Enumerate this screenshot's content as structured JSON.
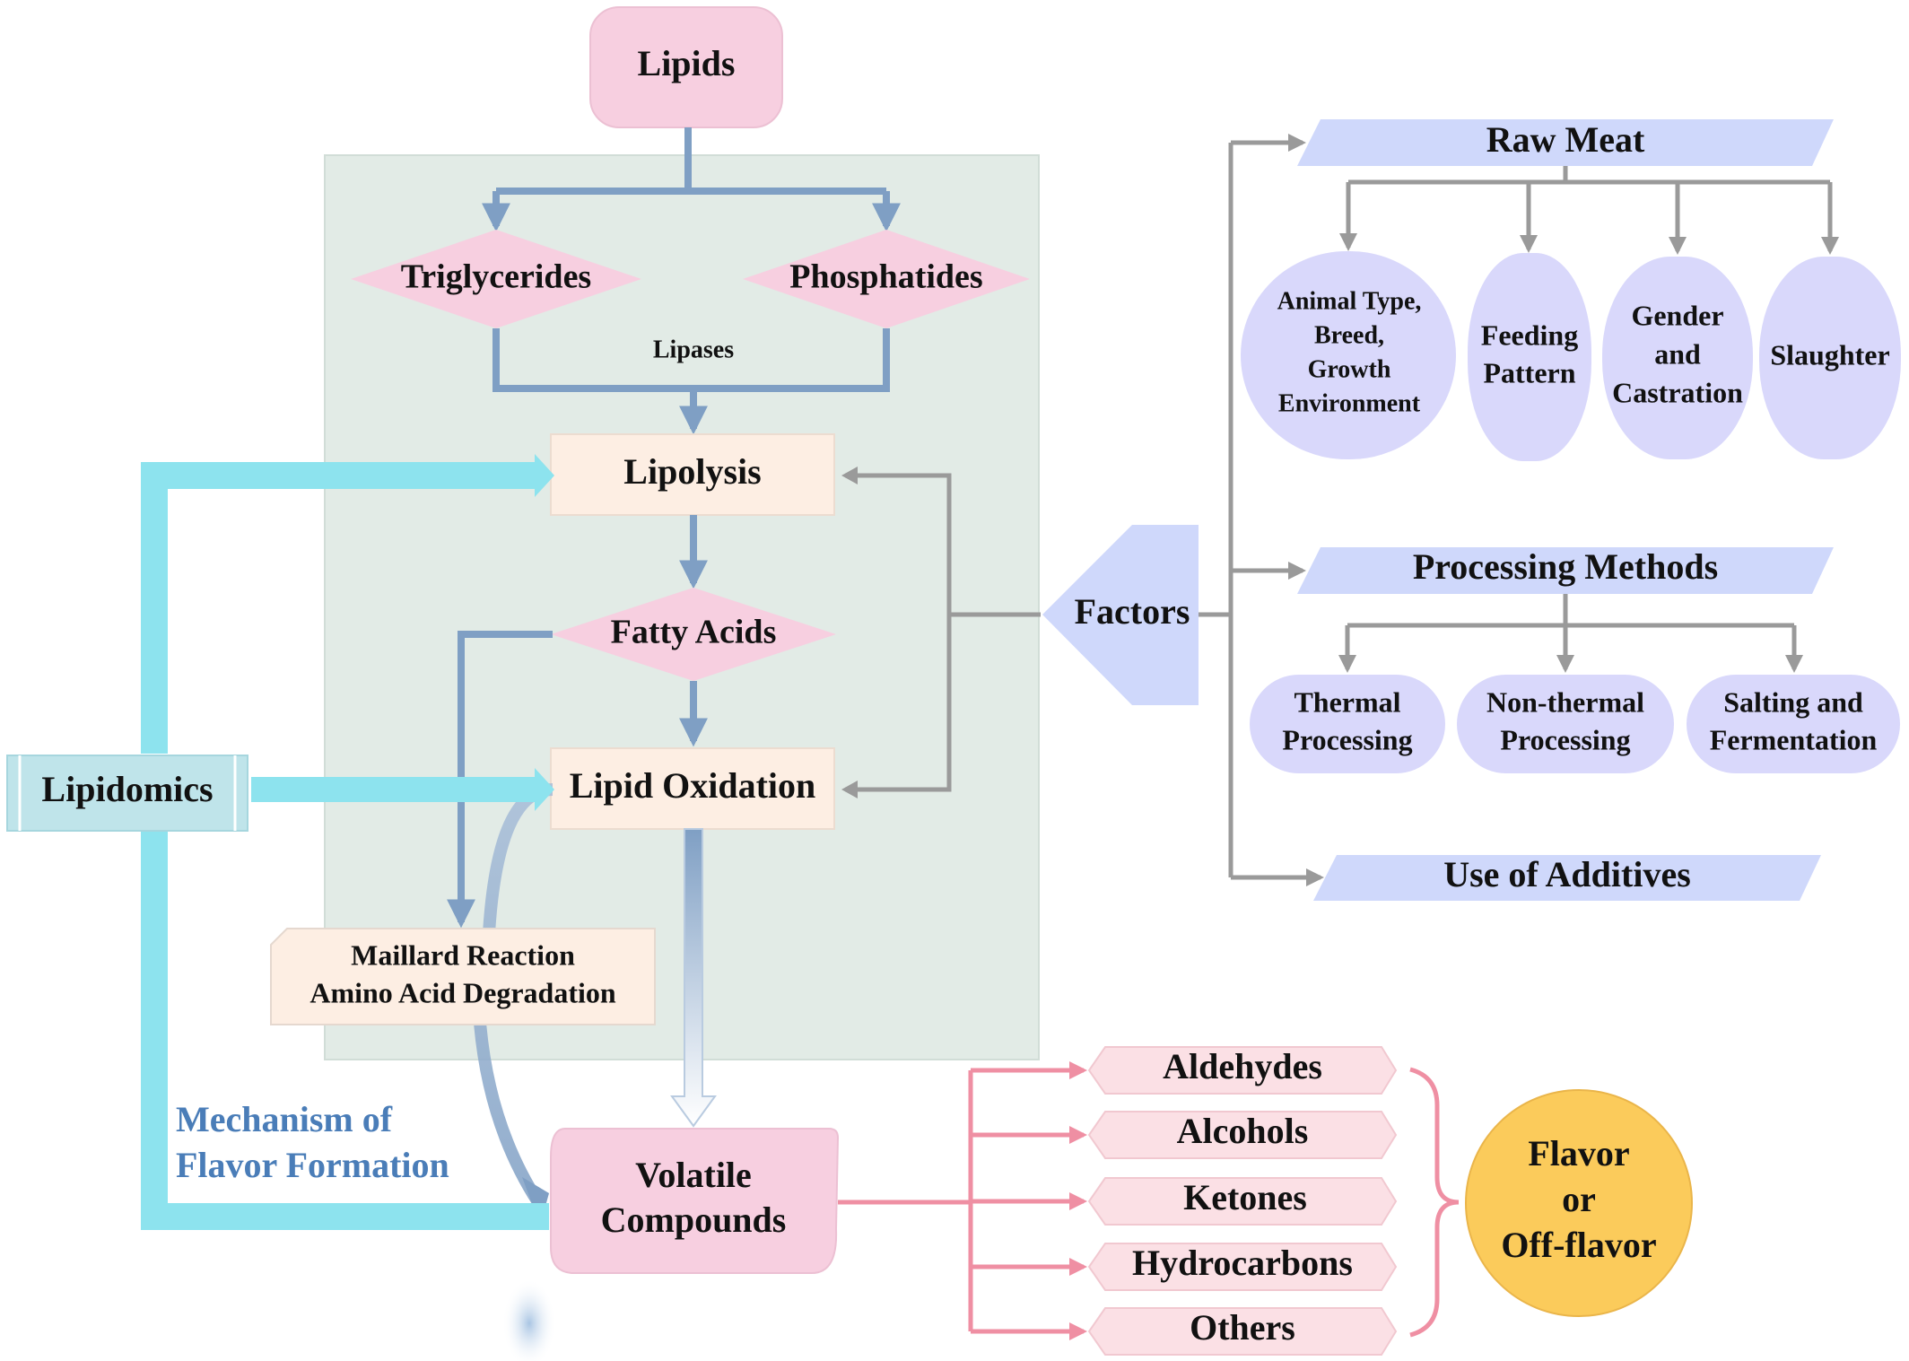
{
  "colors": {
    "panel": "#e2ebe6",
    "pink": "#f7cfe0",
    "peach": "#fdeee3",
    "blue_flow": "#7f9fc4",
    "gray_flow": "#9a9a9a",
    "cyan": "#8de3ee",
    "lavender": "#d9d8fb",
    "parallelogram": "#cfd8fb",
    "red_flow": "#ef8fa3",
    "orange": "#fbcb5b"
  },
  "nodes": {
    "lipids": "Lipids",
    "triglycerides": "Triglycerides",
    "phosphatides": "Phosphatides",
    "lipases": "Lipases",
    "lipolysis": "Lipolysis",
    "fatty_acids": "Fatty Acids",
    "lipid_oxidation": "Lipid Oxidation",
    "maillard_line1": "Maillard Reaction",
    "maillard_line2": "Amino Acid Degradation",
    "volatile_line1": "Volatile",
    "volatile_line2": "Compounds",
    "lipidomics": "Lipidomics",
    "mechanism_line1": "Mechanism of",
    "mechanism_line2": "Flavor Formation"
  },
  "factors": {
    "label": "Factors",
    "raw_meat": {
      "label": "Raw Meat",
      "items": [
        [
          "Animal Type,",
          "Breed,",
          "Growth",
          "Environment"
        ],
        [
          "Feeding",
          "Pattern"
        ],
        [
          "Gender",
          "and",
          "Castration"
        ],
        [
          "Slaughter"
        ]
      ]
    },
    "processing": {
      "label": "Processing Methods",
      "items": [
        [
          "Thermal",
          "Processing"
        ],
        [
          "Non-thermal",
          "Processing"
        ],
        [
          "Salting and",
          "Fermentation"
        ]
      ]
    },
    "additives": {
      "label": "Use of Additives"
    }
  },
  "volatiles": [
    "Aldehydes",
    "Alcohols",
    "Ketones",
    "Hydrocarbons",
    "Others"
  ],
  "flavor": [
    "Flavor",
    "or",
    "Off-flavor"
  ]
}
